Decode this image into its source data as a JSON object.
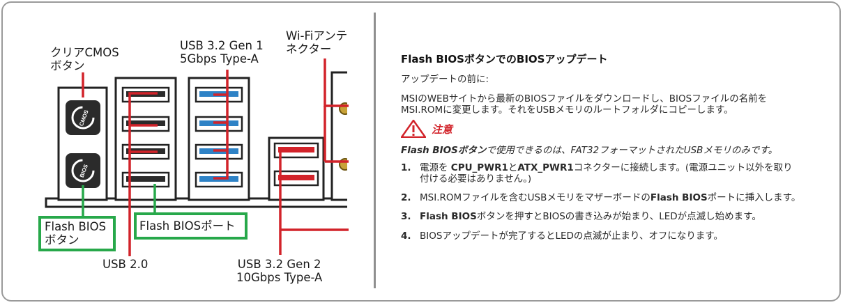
{
  "diagram": {
    "clear_cmos_label": [
      "クリアCMOS",
      "ボタン"
    ],
    "usb32_gen1_label": [
      "USB 3.2 Gen 1",
      "5Gbps Type-A"
    ],
    "wifi_label": [
      "Wi-Fiアンテ",
      "ネクター"
    ],
    "flash_bios_button_label": [
      "Flash BIOS",
      "ボタン"
    ],
    "flash_bios_port_label": "Flash BIOSポート",
    "usb20_label": "USB 2.0",
    "usb32_gen2_label": [
      "USB 3.2 Gen 2",
      "10Gbps Type-A"
    ],
    "cmos_icon_text": "CMOS",
    "bios_icon_text": "BIOS",
    "colors": {
      "red": "#d2232a",
      "green": "#27a84a",
      "usb3_blue": "#2e82c6",
      "gold": "#c8a238"
    }
  },
  "instructions": {
    "heading": "Flash BIOSボタンでのBIOSアップデート",
    "before_label": "アップデートの前に:",
    "paragraph_line1": "MSIのWEBサイトから最新のBIOSファイルをダウンロードし、BIOSファイルの名前を",
    "paragraph_line2": "MSI.ROMに変更します。それをUSBメモリのルートフォルダにコピーします。",
    "warning_label": "注意",
    "note_bold": "Flash BIOSボタン",
    "note_rest": "で使用できるのは、FAT32フォーマットされたUSBメモリのみです。",
    "steps": [
      {
        "num": "1.",
        "a": "電源を ",
        "b1": "CPU_PWR1",
        "c": "と",
        "b2": "ATX_PWR1",
        "d": "コネクターに接続します。(電源ユニット以外を取り",
        "line2": "付ける必要はありません。)"
      },
      {
        "num": "2.",
        "a": "MSI.ROMファイルを含むUSBメモリをマザーボードの",
        "b1": "Flash BIOS",
        "d": "ポートに挿入します。"
      },
      {
        "num": "3.",
        "b1": "Flash BIOS",
        "d": "ボタンを押すとBIOSの書き込みが始まり、LEDが点滅し始めます。"
      },
      {
        "num": "4.",
        "d": "BIOSアップデートが完了するとLEDの点滅が止まり、オフになります。"
      }
    ]
  }
}
